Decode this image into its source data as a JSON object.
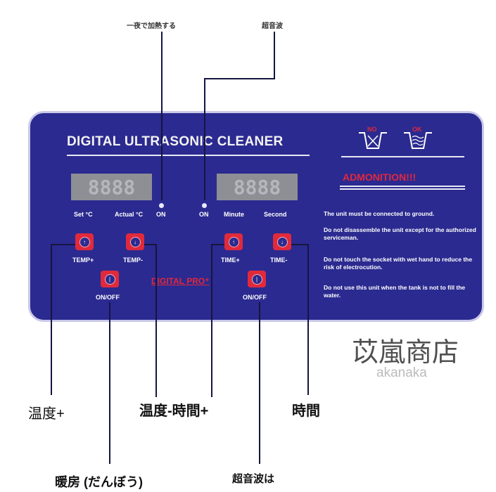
{
  "annotations": {
    "overnight_heat": "一夜で加熱する",
    "ultrasonic_top": "超音波",
    "temp_plus": "温度+",
    "temp_minus_time_plus": "温度-時間+",
    "time": "時間",
    "heating": "暖房 (だんぼう)",
    "ultrasonic_bottom": "超音波は"
  },
  "panel": {
    "title": "DIGITAL ULTRASONIC CLEANER",
    "no_label": "NO",
    "ok_label": "OK",
    "temp_display": "8888",
    "time_display": "8888",
    "labels": {
      "set": "Set  °C",
      "actual": "Actual °C",
      "on1": "ON",
      "on2": "ON",
      "minute": "Minute",
      "second": "Second"
    },
    "buttons": {
      "temp_plus": "TEMP+",
      "temp_minus": "TEMP-",
      "time_plus": "TIME+",
      "time_minus": "TIME-",
      "onoff_left": "ON/OFF",
      "onoff_right": "ON/OFF"
    },
    "brand": "DIGITAL PRO⁺",
    "admonition": "ADMONITION!!!",
    "warnings": [
      "The unit must be connected to ground.",
      "Do not disassemble the unit except  for the authorized serviceman.",
      "Do not touch the socket with wet hand to reduce the risk of electrocution.",
      "Do not use this unit when the tank is not to fill the water."
    ]
  },
  "watermark": {
    "text": "苡嵐商店",
    "sub": "akanaka"
  },
  "colors": {
    "panel": "#2b2a90",
    "button": "#e02a3c",
    "admonition": "#e0283c"
  }
}
